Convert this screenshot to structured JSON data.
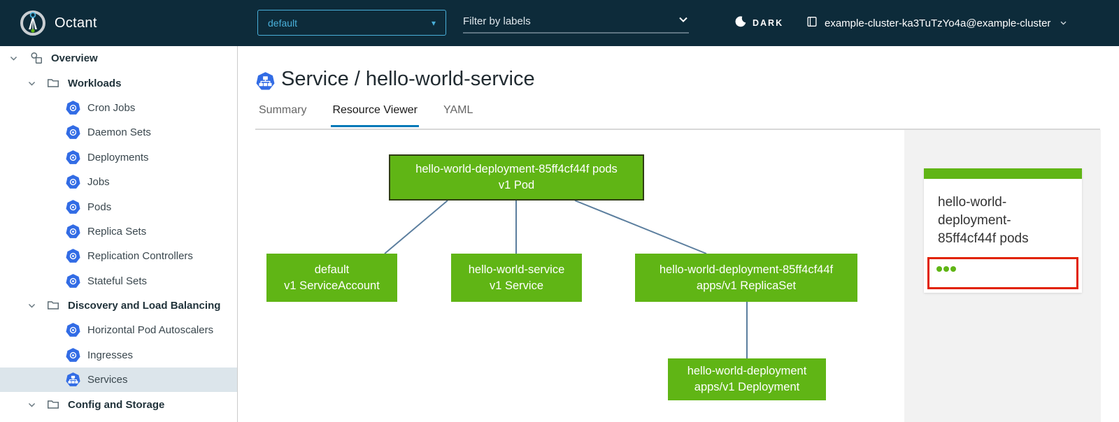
{
  "header": {
    "app_title": "Octant",
    "namespace_dropdown": {
      "value": "default"
    },
    "filter_input": {
      "placeholder": "Filter by labels"
    },
    "theme_toggle_label": "DARK",
    "cluster_context": "example-cluster-ka3TuTzYo4a@example-cluster"
  },
  "sidebar": {
    "items": [
      {
        "label": "Overview",
        "level": 0,
        "type": "group"
      },
      {
        "label": "Workloads",
        "level": 1,
        "type": "group"
      },
      {
        "label": "Cron Jobs",
        "level": 2,
        "type": "resource"
      },
      {
        "label": "Daemon Sets",
        "level": 2,
        "type": "resource"
      },
      {
        "label": "Deployments",
        "level": 2,
        "type": "resource"
      },
      {
        "label": "Jobs",
        "level": 2,
        "type": "resource"
      },
      {
        "label": "Pods",
        "level": 2,
        "type": "resource"
      },
      {
        "label": "Replica Sets",
        "level": 2,
        "type": "resource"
      },
      {
        "label": "Replication Controllers",
        "level": 2,
        "type": "resource"
      },
      {
        "label": "Stateful Sets",
        "level": 2,
        "type": "resource"
      },
      {
        "label": "Discovery and Load Balancing",
        "level": 1,
        "type": "group"
      },
      {
        "label": "Horizontal Pod Autoscalers",
        "level": 2,
        "type": "resource"
      },
      {
        "label": "Ingresses",
        "level": 2,
        "type": "resource"
      },
      {
        "label": "Services",
        "level": 2,
        "type": "resource",
        "selected": true
      },
      {
        "label": "Config and Storage",
        "level": 1,
        "type": "group"
      }
    ]
  },
  "main": {
    "page_title": "Service / hello-world-service",
    "tabs": [
      {
        "label": "Summary",
        "active": false
      },
      {
        "label": "Resource Viewer",
        "active": true
      },
      {
        "label": "YAML",
        "active": false
      }
    ],
    "graph": {
      "nodes": {
        "pod": {
          "name": "hello-world-deployment-85ff4cf44f pods",
          "kind": "v1 Pod",
          "selected": true
        },
        "serviceaccount": {
          "name": "default",
          "kind": "v1 ServiceAccount"
        },
        "service": {
          "name": "hello-world-service",
          "kind": "v1 Service"
        },
        "replicaset": {
          "name": "hello-world-deployment-85ff4cf44f",
          "kind": "apps/v1 ReplicaSet"
        },
        "deployment": {
          "name": "hello-world-deployment",
          "kind": "apps/v1 Deployment"
        }
      }
    },
    "detail_card": {
      "title": "hello-world-deployment-85ff4cf44f pods",
      "pod_status_count": 3
    }
  },
  "colors": {
    "header_bg": "#0d2b3a",
    "accent_blue": "#49afd9",
    "k8s_blue": "#326ce5",
    "node_green": "#60b515",
    "edge_blue": "#5b7e9e",
    "alert_red": "#e12200",
    "tab_underline": "#0079b8",
    "selected_row_bg": "#dce5eb"
  }
}
